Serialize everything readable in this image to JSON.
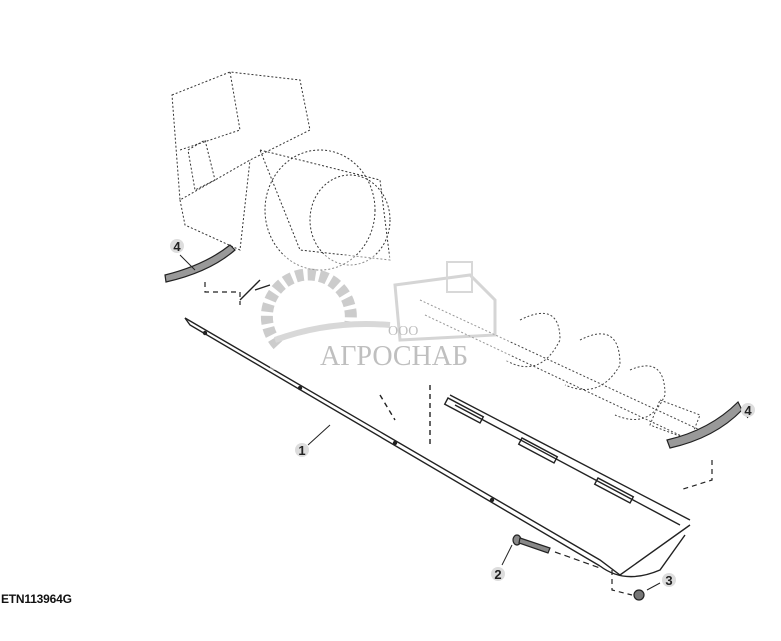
{
  "figure_id": "ETN113964G",
  "callouts": [
    {
      "label": "1"
    },
    {
      "label": "2"
    },
    {
      "label": "3"
    },
    {
      "label": "4"
    },
    {
      "label": "4"
    }
  ],
  "watermark": {
    "prefix": "ООО",
    "name": "АГРОСНАБ"
  },
  "colors": {
    "line": "#222222",
    "watermark": "#bbbbbb"
  }
}
